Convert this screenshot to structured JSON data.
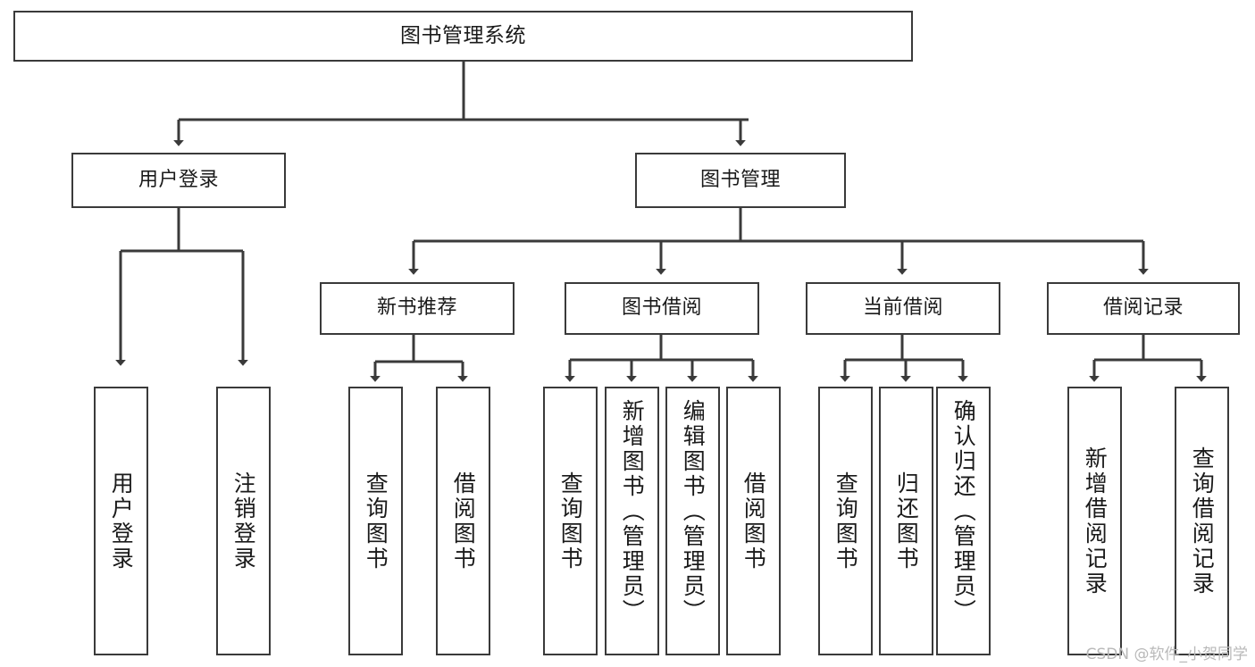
{
  "diagram": {
    "title": "图书管理系统",
    "type": "tree-hierarchy-chart",
    "root": {
      "id": "root",
      "label": "图书管理系统"
    },
    "level1": [
      {
        "id": "user-login",
        "label": "用户登录"
      },
      {
        "id": "book-manage",
        "label": "图书管理"
      }
    ],
    "level2": [
      {
        "id": "new-book-recommend",
        "label": "新书推荐",
        "parent": "book-manage"
      },
      {
        "id": "book-borrow",
        "label": "图书借阅",
        "parent": "book-manage"
      },
      {
        "id": "current-borrow",
        "label": "当前借阅",
        "parent": "book-manage"
      },
      {
        "id": "borrow-record",
        "label": "借阅记录",
        "parent": "book-manage"
      }
    ],
    "leaves": [
      {
        "id": "leaf-user-login",
        "label": "用户登录",
        "parent": "user-login"
      },
      {
        "id": "leaf-logout-login",
        "label": "注销登录",
        "parent": "user-login"
      },
      {
        "id": "leaf-query-book-1",
        "label": "查询图书",
        "parent": "new-book-recommend"
      },
      {
        "id": "leaf-borrow-book-1",
        "label": "借阅图书",
        "parent": "new-book-recommend"
      },
      {
        "id": "leaf-query-book-2",
        "label": "查询图书",
        "parent": "book-borrow"
      },
      {
        "id": "leaf-add-book",
        "label": "新增图书（管理员）",
        "parent": "book-borrow"
      },
      {
        "id": "leaf-edit-book",
        "label": "编辑图书（管理员）",
        "parent": "book-borrow"
      },
      {
        "id": "leaf-borrow-book-2",
        "label": "借阅图书",
        "parent": "book-borrow"
      },
      {
        "id": "leaf-query-book-3",
        "label": "查询图书",
        "parent": "current-borrow"
      },
      {
        "id": "leaf-return-book",
        "label": "归还图书",
        "parent": "current-borrow"
      },
      {
        "id": "leaf-confirm-return",
        "label": "确认归还（管理员）",
        "parent": "current-borrow"
      },
      {
        "id": "leaf-add-record",
        "label": "新增借阅记录",
        "parent": "borrow-record"
      },
      {
        "id": "leaf-query-record",
        "label": "查询借阅记录",
        "parent": "borrow-record"
      }
    ],
    "colors": {
      "stroke": "#3a3a3a",
      "fill": "#ffffff",
      "text": "#1a1a1a",
      "watermark": "#b9b9b9"
    }
  },
  "watermark": {
    "text": "CSDN @软件_小贺同学"
  }
}
